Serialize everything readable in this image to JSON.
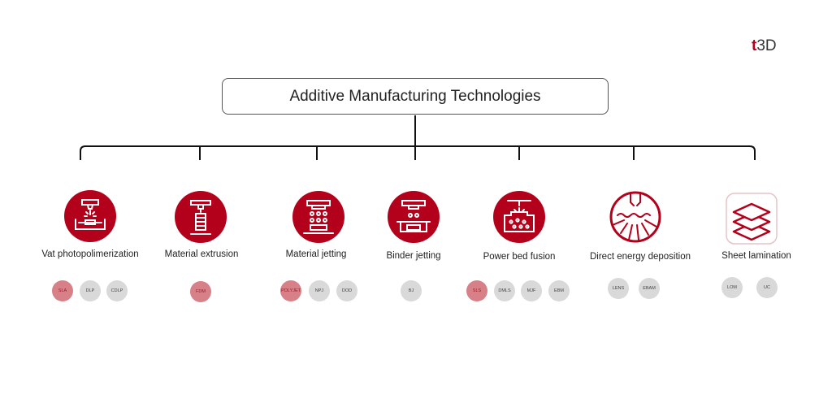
{
  "logo": {
    "mark": "t",
    "text": "3D"
  },
  "root": {
    "title": "Additive Manufacturing Technologies"
  },
  "colors": {
    "accent": "#b3001b",
    "highlight": "#d88087",
    "neutral": "#d9d9d9"
  },
  "categories": [
    {
      "label": "Vat photopolimerization",
      "icon": "vat-photopolymerization-icon",
      "techs": [
        {
          "label": "SLA",
          "highlight": true
        },
        {
          "label": "DLP",
          "highlight": false
        },
        {
          "label": "CDLP",
          "highlight": false
        }
      ]
    },
    {
      "label": "Material extrusion",
      "icon": "material-extrusion-icon",
      "techs": [
        {
          "label": "FDM",
          "highlight": true
        }
      ]
    },
    {
      "label": "Material jetting",
      "icon": "material-jetting-icon",
      "techs": [
        {
          "label": "POLYJET",
          "highlight": true
        },
        {
          "label": "NPJ",
          "highlight": false
        },
        {
          "label": "DOD",
          "highlight": false
        }
      ]
    },
    {
      "label": "Binder jetting",
      "icon": "binder-jetting-icon",
      "techs": [
        {
          "label": "BJ",
          "highlight": false
        }
      ]
    },
    {
      "label": "Power bed fusion",
      "icon": "powder-bed-fusion-icon",
      "techs": [
        {
          "label": "SLS",
          "highlight": true
        },
        {
          "label": "DMLS",
          "highlight": false
        },
        {
          "label": "MJF",
          "highlight": false
        },
        {
          "label": "EBM",
          "highlight": false
        }
      ]
    },
    {
      "label": "Direct energy deposition",
      "icon": "direct-energy-deposition-icon",
      "techs": [
        {
          "label": "LENS",
          "highlight": false
        },
        {
          "label": "EBAM",
          "highlight": false
        }
      ]
    },
    {
      "label": "Sheet lamination",
      "icon": "sheet-lamination-icon",
      "techs": [
        {
          "label": "LOM",
          "highlight": false
        },
        {
          "label": "UC",
          "highlight": false
        }
      ]
    }
  ]
}
